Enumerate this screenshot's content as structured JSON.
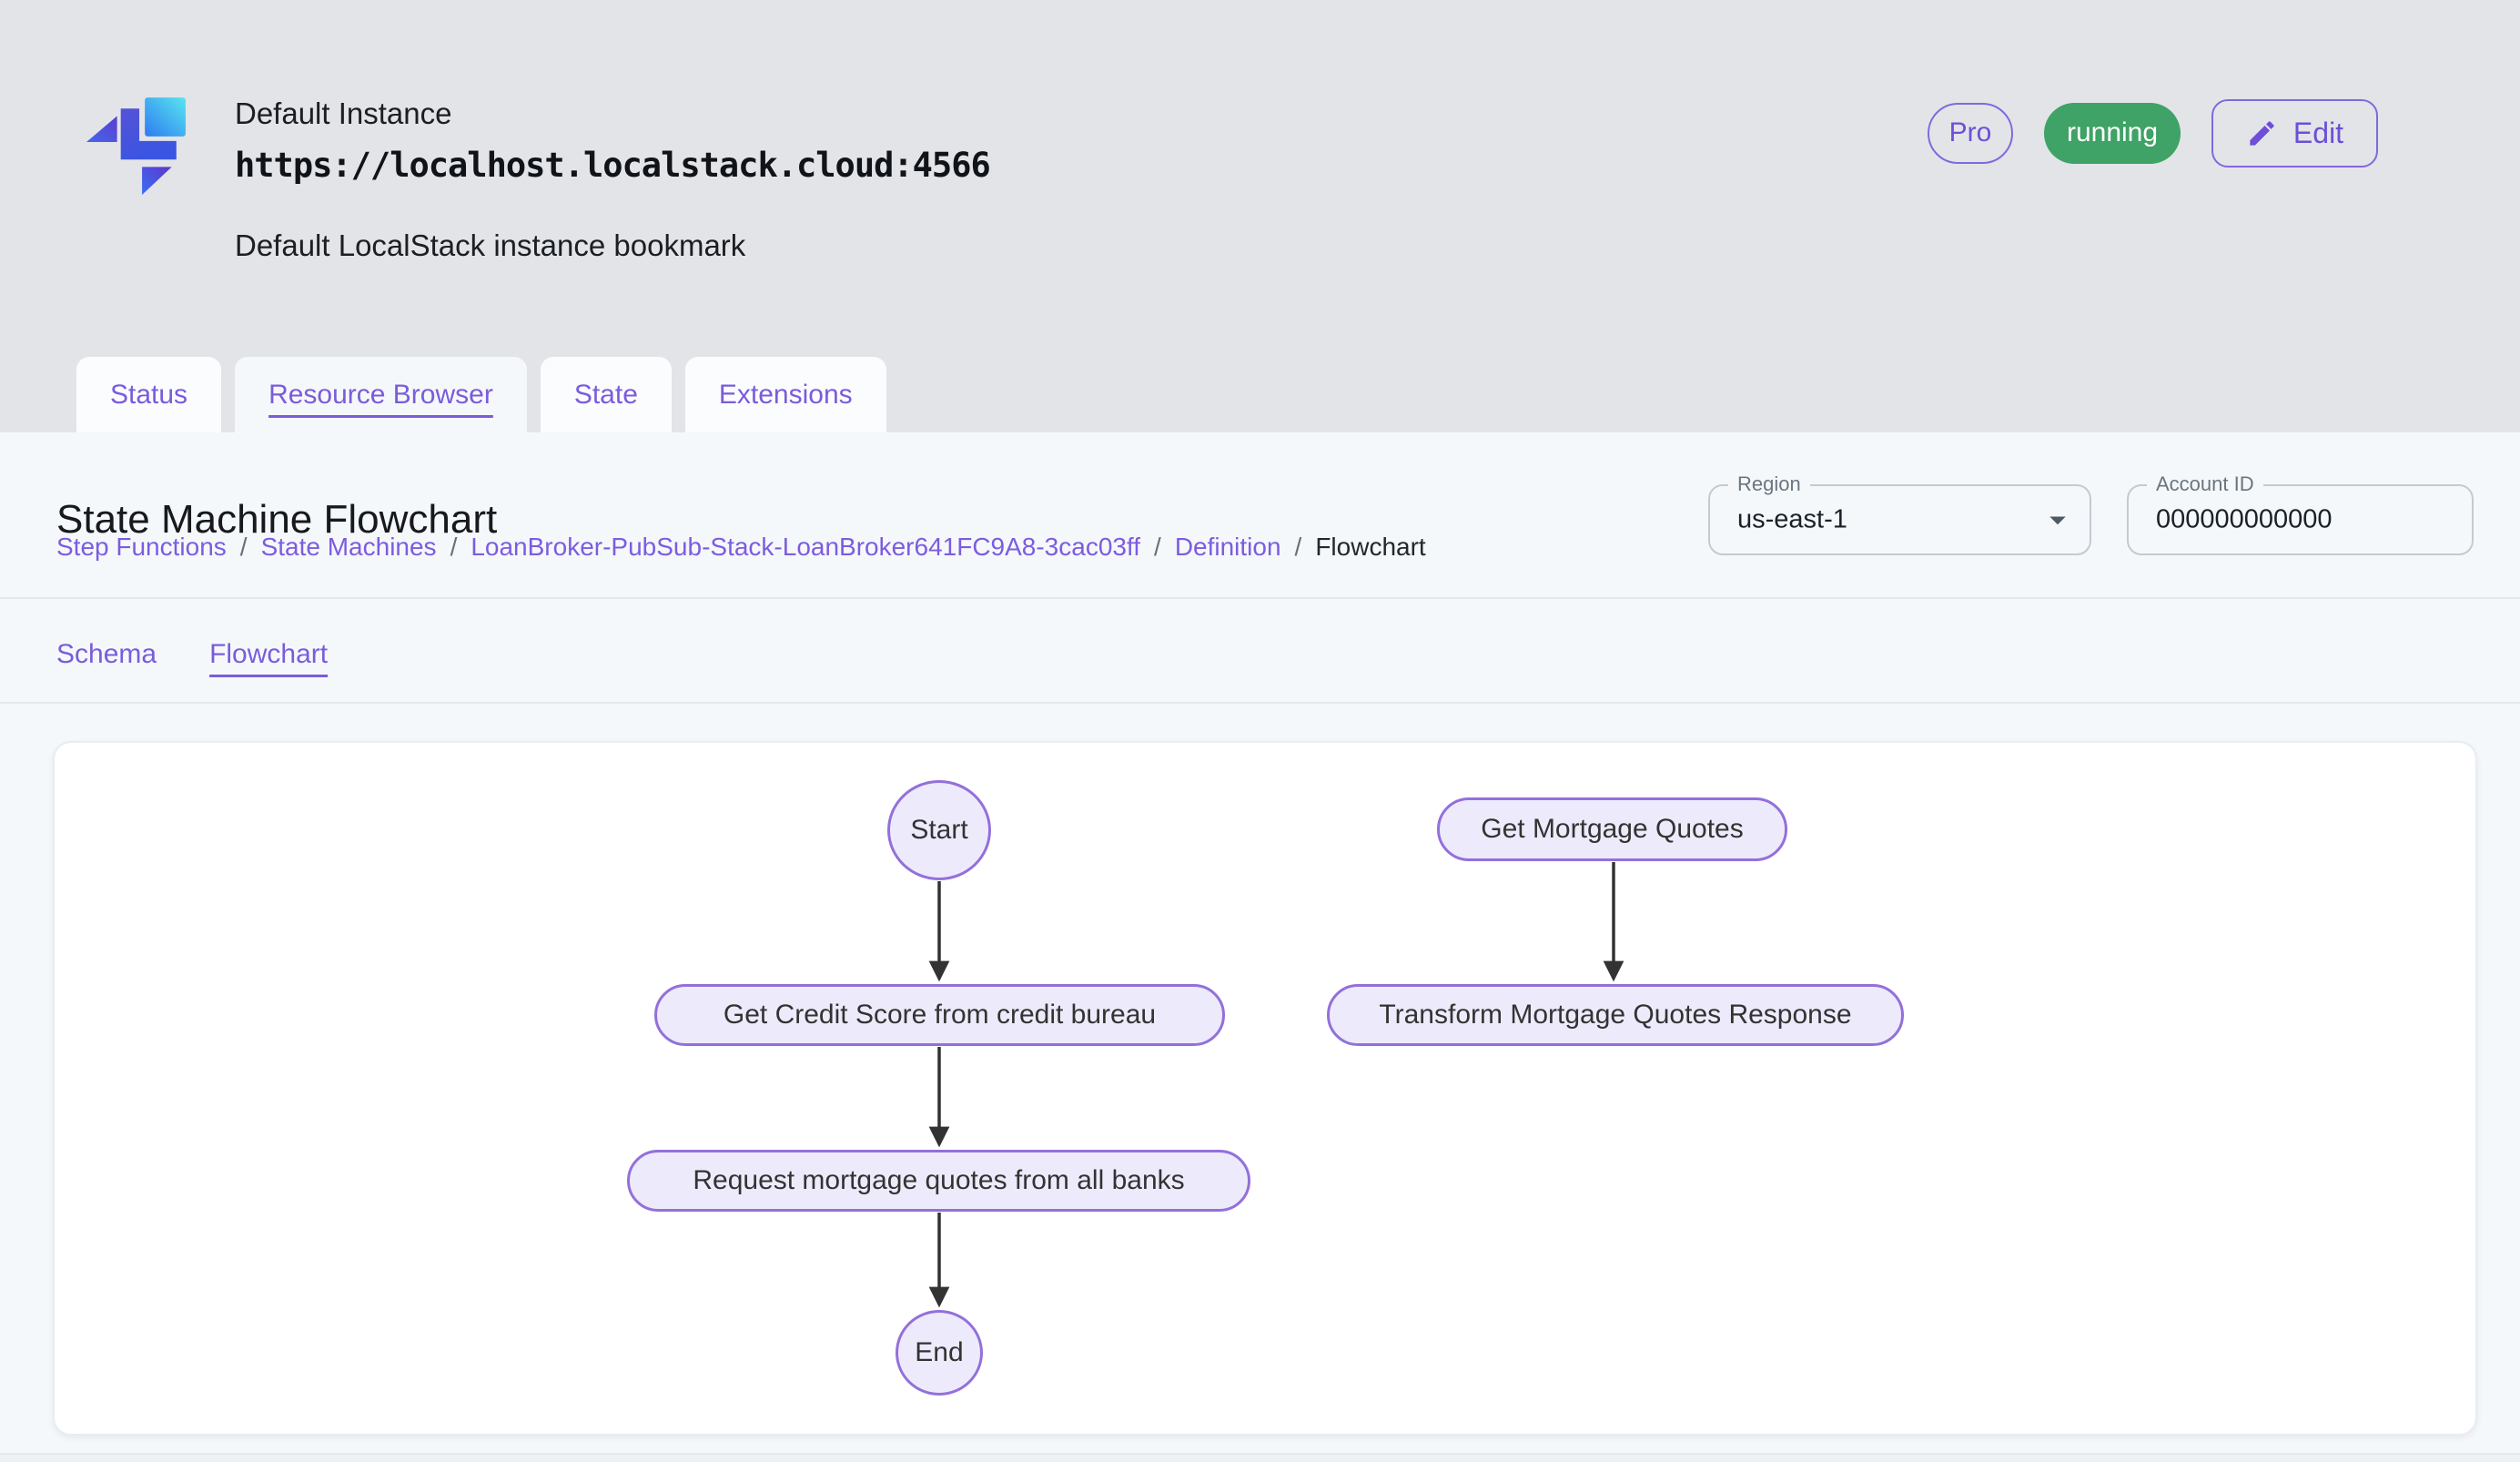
{
  "header": {
    "instance_name": "Default Instance",
    "instance_url": "https://localhost.localstack.cloud:4566",
    "instance_description": "Default LocalStack instance bookmark",
    "pro_badge": "Pro",
    "status_badge": "running",
    "edit_label": "Edit"
  },
  "tabs": [
    {
      "label": "Status",
      "active": false
    },
    {
      "label": "Resource Browser",
      "active": true
    },
    {
      "label": "State",
      "active": false
    },
    {
      "label": "Extensions",
      "active": false
    }
  ],
  "page": {
    "title": "State Machine Flowchart",
    "breadcrumbs": [
      "Step Functions",
      "State Machines",
      "LoanBroker-PubSub-Stack-LoanBroker641FC9A8-3cac03ff",
      "Definition",
      "Flowchart"
    ],
    "region": {
      "label": "Region",
      "value": "us-east-1"
    },
    "account": {
      "label": "Account ID",
      "value": "000000000000"
    },
    "subtabs": [
      {
        "label": "Schema",
        "active": false
      },
      {
        "label": "Flowchart",
        "active": true
      }
    ]
  },
  "flowchart": {
    "nodes": [
      {
        "id": "start",
        "label": "Start",
        "shape": "ellipse"
      },
      {
        "id": "get-credit-score",
        "label": "Get Credit Score from credit bureau",
        "shape": "rounded"
      },
      {
        "id": "request-quotes",
        "label": "Request mortgage quotes from all banks",
        "shape": "rounded"
      },
      {
        "id": "end",
        "label": "End",
        "shape": "ellipse"
      },
      {
        "id": "get-mortgage-quotes",
        "label": "Get Mortgage Quotes",
        "shape": "rounded"
      },
      {
        "id": "transform-response",
        "label": "Transform Mortgage Quotes Response",
        "shape": "rounded"
      }
    ],
    "edges": [
      {
        "from": "start",
        "to": "get-credit-score"
      },
      {
        "from": "get-credit-score",
        "to": "request-quotes"
      },
      {
        "from": "request-quotes",
        "to": "end"
      },
      {
        "from": "get-mortgage-quotes",
        "to": "transform-response"
      }
    ]
  },
  "colors": {
    "accent_purple": "#7c5ce0",
    "status_green": "#3fa266",
    "node_fill": "#edebfb",
    "node_border": "#9370db",
    "arrow": "#333333",
    "page_background": "#e2e4e8",
    "panel_background": "#f5f8fa"
  }
}
